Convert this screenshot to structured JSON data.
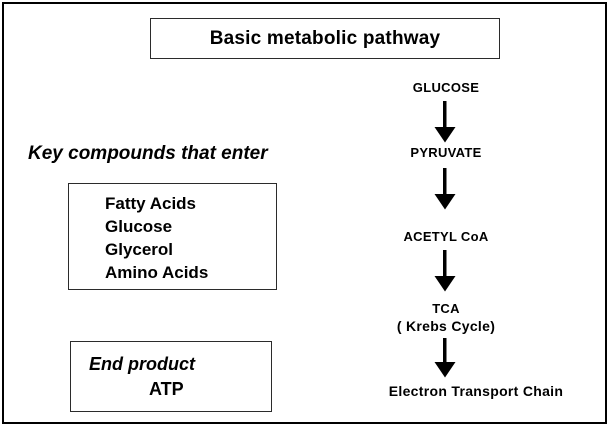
{
  "diagram": {
    "title": "Basic metabolic pathway",
    "left_column": {
      "heading": "Key compounds that enter",
      "compounds": [
        "Fatty Acids",
        "Glucose",
        "Glycerol",
        "Amino Acids"
      ],
      "end_product": {
        "label": "End product",
        "value": "ATP"
      }
    },
    "pathway": {
      "steps": [
        "GLUCOSE",
        "PYRUVATE",
        "ACETYL CoA",
        "TCA",
        "( Krebs Cycle)",
        "Electron  Transport Chain"
      ],
      "arrow_icon": "down-arrow-icon",
      "arrow_count": 4
    },
    "colors": {
      "background": "#ffffff",
      "ink": "#000000",
      "box_border": "#2b2b2b",
      "frame_border": "#000000"
    }
  }
}
